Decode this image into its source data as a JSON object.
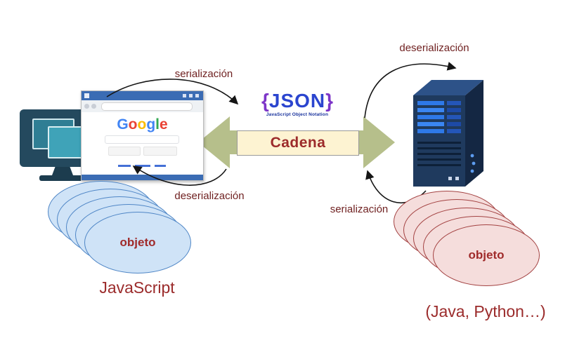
{
  "center": {
    "json_open_brace": "{",
    "json_word": "JSON",
    "json_close_brace": "}",
    "json_subtitle": "JavaScript Object Notation",
    "cadena_label": "Cadena"
  },
  "flows": {
    "top_left": "serialización",
    "top_right": "deserialización",
    "bottom_left": "deserialización",
    "bottom_right": "serialización"
  },
  "left": {
    "google_letters": [
      "G",
      "o",
      "o",
      "g",
      "l",
      "e"
    ],
    "object_label": "objeto",
    "caption": "JavaScript"
  },
  "right": {
    "object_label": "objeto",
    "caption": "(Java, Python…)"
  },
  "colors": {
    "big_arrow_fill": "#b6bf8b",
    "cadena_bg": "#fdf3d2",
    "label_maroon": "#6e1f1f",
    "accent_red": "#9b2b2b",
    "json_blue": "#2b45cf",
    "json_purple": "#7d35c8",
    "blue_ellipse_fill": "#cfe3f7",
    "blue_ellipse_border": "#4f86c6",
    "red_ellipse_fill": "#f5dddc",
    "red_ellipse_border": "#a34242",
    "google_letter_colors": [
      "#4285F4",
      "#EA4335",
      "#FBBC05",
      "#4285F4",
      "#34A853",
      "#EA4335"
    ]
  }
}
